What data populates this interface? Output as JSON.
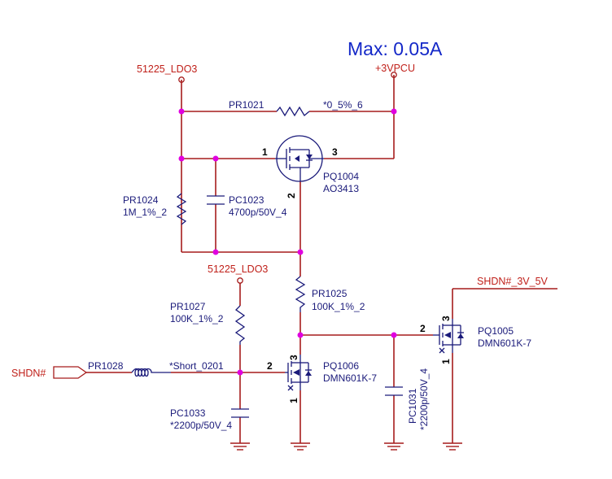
{
  "annotation": {
    "max_current": "Max: 0.05A"
  },
  "nets": {
    "ldo3_top": "51225_LDO3",
    "vpcu": "+3VPCU",
    "ldo3_mid": "51225_LDO3",
    "shdn_out": "SHDN#_3V_5V",
    "shdn_in": "SHDN#"
  },
  "components": {
    "pr1021": {
      "ref": "PR1021",
      "value": "*0_5%_6"
    },
    "pq1004": {
      "ref": "PQ1004",
      "value": "AO3413",
      "pins": [
        "1",
        "3",
        "2"
      ]
    },
    "pr1024": {
      "ref": "PR1024",
      "value": "1M_1%_2"
    },
    "pc1023": {
      "ref": "PC1023",
      "value": "4700p/50V_4"
    },
    "pr1025": {
      "ref": "PR1025",
      "value": "100K_1%_2"
    },
    "pr1027": {
      "ref": "PR1027",
      "value": "100K_1%_2"
    },
    "pq1005": {
      "ref": "PQ1005",
      "value": "DMN601K-7",
      "pins": [
        "3",
        "2",
        "1"
      ]
    },
    "pq1006": {
      "ref": "PQ1006",
      "value": "DMN601K-7",
      "pins": [
        "2",
        "3",
        "1"
      ]
    },
    "pr1028": {
      "ref": "PR1028",
      "value": "*Short_0201"
    },
    "pc1033": {
      "ref": "PC1033",
      "value": "*2200p/50V_4"
    },
    "pc1031": {
      "ref": "PC1031",
      "value": "*2200p/50V_4"
    }
  }
}
